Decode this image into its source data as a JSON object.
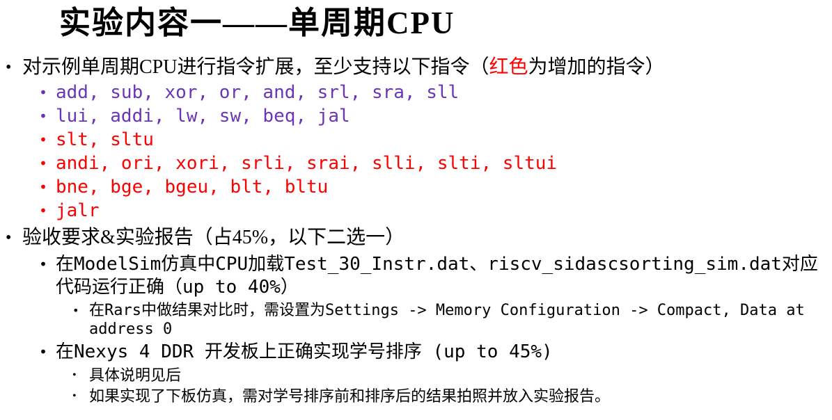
{
  "slide": {
    "title": "实验内容一——单周期CPU",
    "colors": {
      "purple": "#6A35B8",
      "red": "#FF0000",
      "text": "#000000",
      "background": "#FFFFFF"
    },
    "bullet1": {
      "prefix": "对示例单周期CPU进行指令扩展，至少支持以下指令（",
      "highlight": "红色",
      "suffix": "为增加的指令）"
    },
    "instructions": [
      {
        "text": "add, sub, xor, or, and, srl, sra, sll",
        "color": "purple"
      },
      {
        "text": "lui, addi, lw, sw, beq, jal",
        "color": "purple"
      },
      {
        "text": "slt, sltu",
        "color": "red"
      },
      {
        "text": "andi, ori, xori, srli, srai, slli, slti, sltui",
        "color": "red"
      },
      {
        "text": "bne, bge, bgeu, blt, bltu",
        "color": "red"
      },
      {
        "text": "jalr",
        "color": "red"
      }
    ],
    "bullet2": {
      "text": "验收要求&实验报告（占45%，以下二选一）",
      "sub": [
        {
          "text": "在ModelSim仿真中CPU加载Test_30_Instr.dat、riscv_sidascsorting_sim.dat对应代码运行正确（up to 40%）",
          "children": [
            "在Rars中做结果对比时，需设置为Settings -> Memory Configuration -> Compact, Data at address 0"
          ]
        },
        {
          "text": "在Nexys 4 DDR 开发板上正确实现学号排序 (up to 45%)",
          "children": [
            "具体说明见后",
            "如果实现了下板仿真，需对学号排序前和排序后的结果拍照并放入实验报告。"
          ]
        }
      ]
    }
  }
}
